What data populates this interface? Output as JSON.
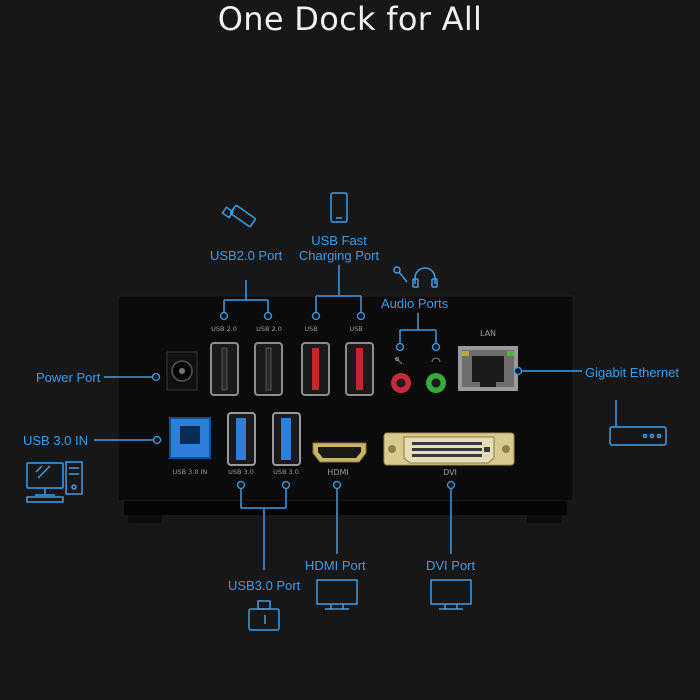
{
  "title": "One Dock for All",
  "callouts": {
    "usb2": "USB2.0 Port",
    "fast_charging_line1": "USB Fast",
    "fast_charging_line2": "Charging Port",
    "audio": "Audio Ports",
    "power": "Power Port",
    "gigabit": "Gigabit Ethernet",
    "usb3_in": "USB 3.0 IN",
    "usb3": "USB3.0 Port",
    "hdmi": "HDMI Port",
    "dvi": "DVI Port"
  },
  "port_labels": {
    "usb20_a": "USB 2.0",
    "usb20_b": "USB 2.0",
    "usb_fast_a": "USB",
    "usb_fast_b": "USB",
    "lan": "LAN",
    "usb30_in": "USB 3.0 IN",
    "usb30_a": "USB 3.0",
    "usb30_b": "USB 3.0",
    "hdmi": "HDMI",
    "dvi": "DVI"
  },
  "colors": {
    "background": "#171717",
    "accent": "#3d9de8",
    "dock_body": "#0b0b0b",
    "usb3_blue": "#2f7fd9",
    "usb_fast_red": "#c2272d",
    "audio_mic": "#c8283a",
    "audio_headphone": "#3aa83a",
    "gold": "#c9b46a"
  },
  "icons": [
    "usb-stick-icon",
    "smartphone-icon",
    "microphone-icon",
    "headphones-icon",
    "router-icon",
    "desktop-computer-icon",
    "usb-device-icon",
    "hdmi-monitor-icon",
    "dvi-monitor-icon"
  ]
}
